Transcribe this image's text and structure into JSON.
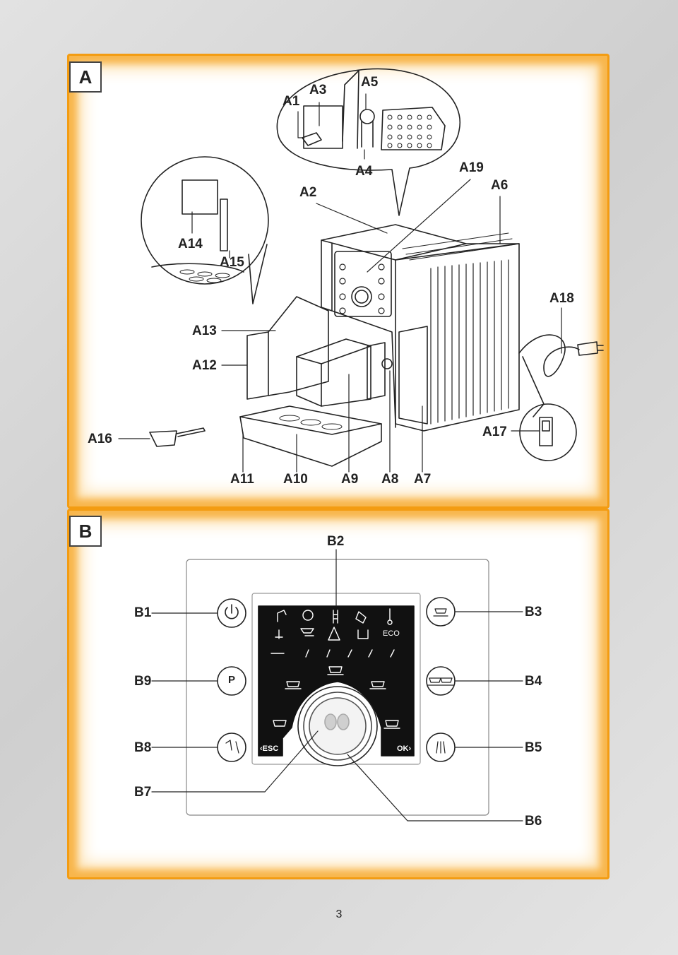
{
  "panel_a": {
    "label": "A",
    "callouts": {
      "a1": "A1",
      "a2": "A2",
      "a3": "A3",
      "a4": "A4",
      "a5": "A5",
      "a6": "A6",
      "a7": "A7",
      "a8": "A8",
      "a9": "A9",
      "a10": "A10",
      "a11": "A11",
      "a12": "A12",
      "a13": "A13",
      "a14": "A14",
      "a15": "A15",
      "a16": "A16",
      "a17": "A17",
      "a18": "A18",
      "a19": "A19"
    }
  },
  "panel_b": {
    "label": "B",
    "callouts": {
      "b1": "B1",
      "b2": "B2",
      "b3": "B3",
      "b4": "B4",
      "b5": "B5",
      "b6": "B6",
      "b7": "B7",
      "b8": "B8",
      "b9": "B9"
    },
    "control_panel": {
      "p_button": "P",
      "eco": "ECO",
      "esc": "‹ESC",
      "ok": "OK›"
    }
  },
  "page_number": "3",
  "colors": {
    "frame_orange": "#f39c12",
    "frame_glow": "#f8b64c",
    "display_black": "#111111",
    "line": "#222222"
  }
}
